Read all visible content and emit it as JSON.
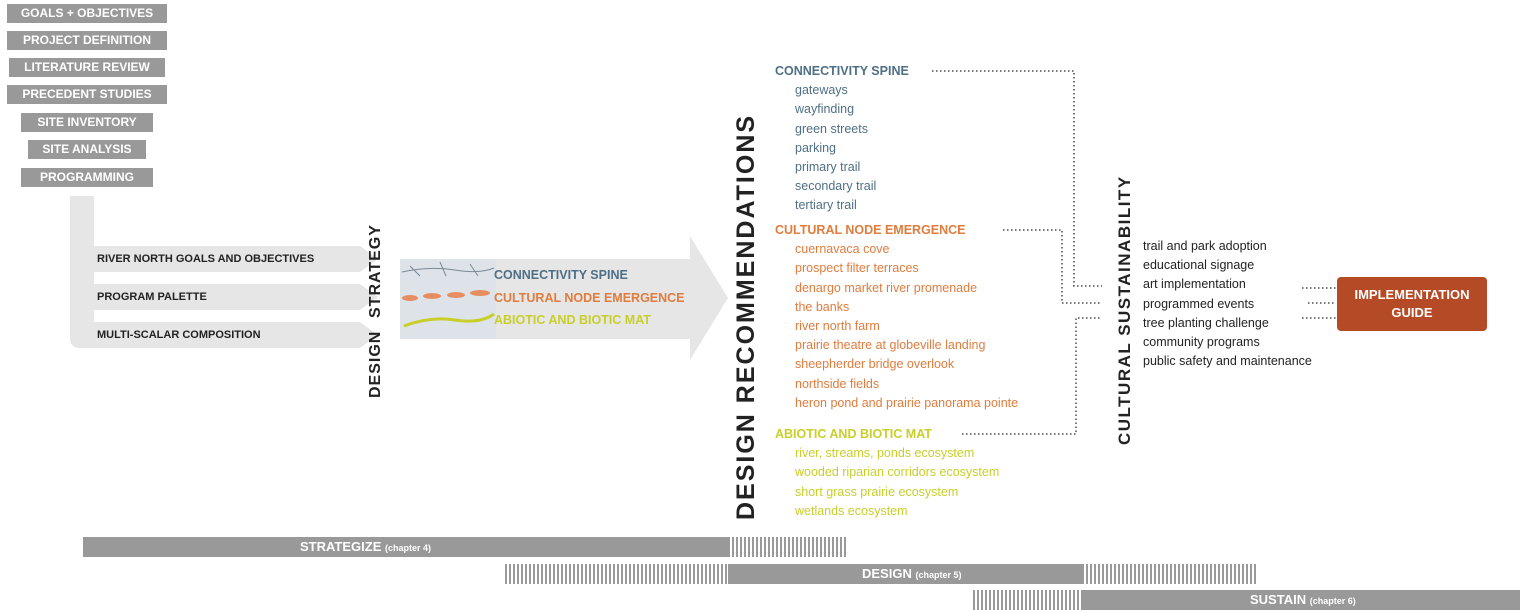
{
  "colors": {
    "gray_box": "#999999",
    "connectivity": "#4f6f86",
    "cultural": "#e07c3e",
    "abiotic": "#c8cf2a",
    "implementation": "#b54a26"
  },
  "process_steps": [
    "GOALS + OBJECTIVES",
    "PROJECT DEFINITION",
    "LITERATURE REVIEW",
    "PRECEDENT STUDIES",
    "SITE INVENTORY",
    "SITE ANALYSIS",
    "PROGRAMMING"
  ],
  "inputs": [
    "RIVER NORTH GOALS AND OBJECTIVES",
    "PROGRAM PALETTE",
    "MULTI-SCALAR COMPOSITION"
  ],
  "design_strategy": {
    "title_line1": "DESIGN",
    "title_line2": "STRATEGY",
    "strategies": [
      "CONNECTIVITY SPINE",
      "CULTURAL NODE EMERGENCE",
      "ABIOTIC AND BIOTIC MAT"
    ]
  },
  "design_recommendations": {
    "title": "DESIGN RECOMMENDATIONS",
    "groups": [
      {
        "heading": "CONNECTIVITY SPINE",
        "items": [
          "gateways",
          "wayfinding",
          "green streets",
          "parking",
          "primary trail",
          "secondary trail",
          "tertiary trail"
        ]
      },
      {
        "heading": "CULTURAL NODE EMERGENCE",
        "items": [
          "cuernavaca cove",
          "prospect filter terraces",
          "denargo market river promenade",
          "the banks",
          "river north farm",
          "prairie theatre at globeville landing",
          "sheepherder bridge overlook",
          "northside fields",
          "heron pond and prairie panorama pointe"
        ]
      },
      {
        "heading": "ABIOTIC AND BIOTIC MAT",
        "items": [
          "river, streams, ponds ecosystem",
          "wooded riparian corridors ecosystem",
          "short grass prairie ecosystem",
          "wetlands ecosystem"
        ]
      }
    ]
  },
  "cultural_sustainability": {
    "title": "CULTURAL SUSTAINABILITY",
    "items": [
      "trail and park adoption",
      "educational signage",
      "art implementation",
      "programmed events",
      "tree planting challenge",
      "community programs",
      "public safety and maintenance"
    ]
  },
  "implementation": {
    "line1": "IMPLEMENTATION",
    "line2": "GUIDE"
  },
  "phases": [
    {
      "label": "STRATEGIZE",
      "chapter": "(chapter 4)"
    },
    {
      "label": "DESIGN",
      "chapter": "(chapter 5)"
    },
    {
      "label": "SUSTAIN",
      "chapter": "(chapter 6)"
    }
  ]
}
